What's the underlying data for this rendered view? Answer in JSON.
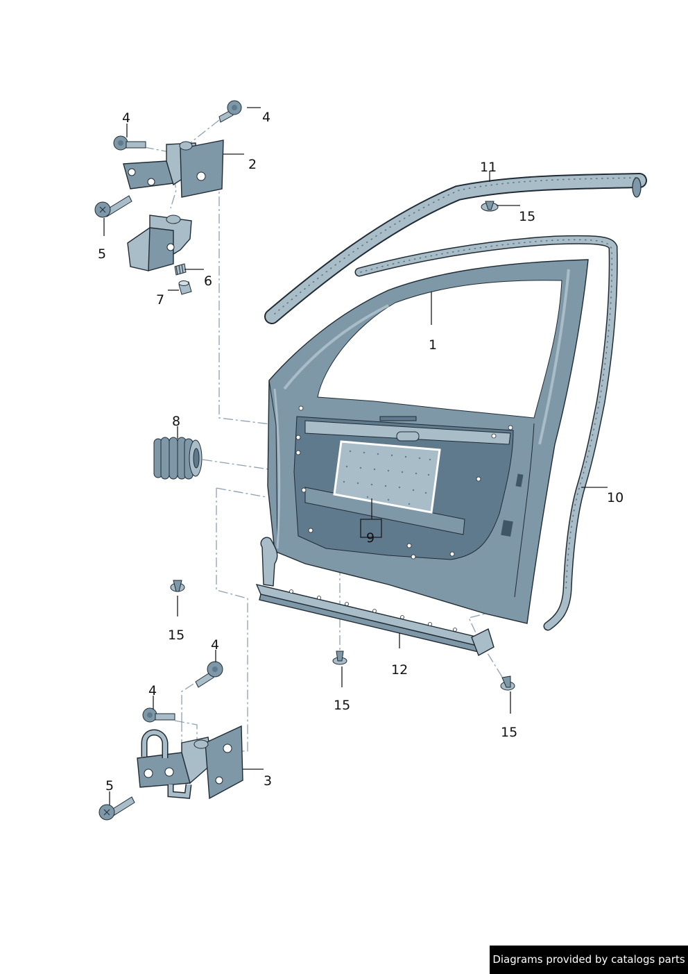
{
  "diagram": {
    "colors": {
      "part_fill": "#7e98a8",
      "part_light": "#a9bdc8",
      "part_dark": "#5f7a8c",
      "outline": "#1f2a33",
      "dash_line": "#8aa1b3",
      "label_text": "#111111"
    },
    "callouts": [
      {
        "id": "1",
        "label": "1"
      },
      {
        "id": "2",
        "label": "2"
      },
      {
        "id": "3",
        "label": "3"
      },
      {
        "id": "4a",
        "label": "4"
      },
      {
        "id": "4b",
        "label": "4"
      },
      {
        "id": "4c",
        "label": "4"
      },
      {
        "id": "4d",
        "label": "4"
      },
      {
        "id": "5a",
        "label": "5"
      },
      {
        "id": "5b",
        "label": "5"
      },
      {
        "id": "6",
        "label": "6"
      },
      {
        "id": "7",
        "label": "7"
      },
      {
        "id": "8",
        "label": "8"
      },
      {
        "id": "9",
        "label": "9"
      },
      {
        "id": "10",
        "label": "10"
      },
      {
        "id": "11",
        "label": "11"
      },
      {
        "id": "12",
        "label": "12"
      },
      {
        "id": "15a",
        "label": "15"
      },
      {
        "id": "15b",
        "label": "15"
      },
      {
        "id": "15c",
        "label": "15"
      },
      {
        "id": "15d",
        "label": "15"
      }
    ]
  },
  "footer": {
    "credit": "Diagrams provided by catalogs parts"
  }
}
